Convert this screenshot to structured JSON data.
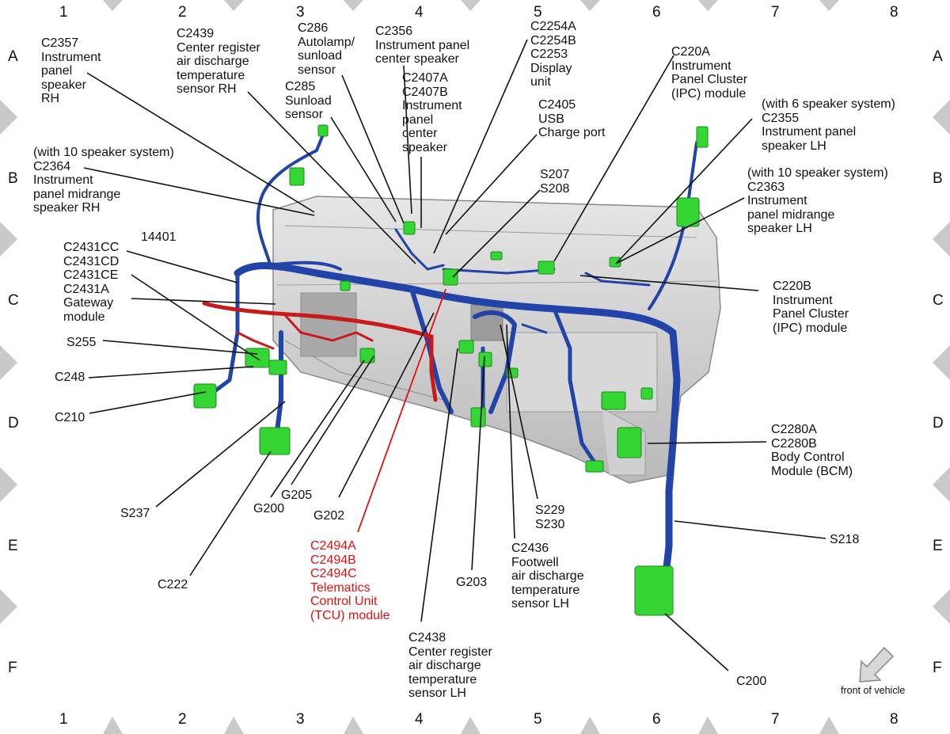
{
  "grid": {
    "columns": [
      "1",
      "2",
      "3",
      "4",
      "5",
      "6",
      "7",
      "8"
    ],
    "rows": [
      "A",
      "B",
      "C",
      "D",
      "E",
      "F"
    ]
  },
  "callouts": {
    "c2357": "C2357\nInstrument\npanel\nspeaker\nRH",
    "c2439": "C2439\nCenter register\nair discharge\ntemperature\nsensor RH",
    "c286": "C286\nAutolamp/\nsunload\nsensor",
    "c2356": "C2356\nInstrument panel\ncenter speaker",
    "c2254": "C2254A\nC2254B\nC2253\nDisplay\nunit",
    "c220a": "C220A\nInstrument\nPanel Cluster\n(IPC) module",
    "c285": "C285\nSunload\nsensor",
    "c2407": "C2407A\nC2407B\nInstrument\npanel\ncenter\nspeaker",
    "c2405": "C2405\nUSB\nCharge port",
    "c2355": "(with 6 speaker system)\nC2355\nInstrument panel\nspeaker LH",
    "c2364": "(with 10 speaker system)\nC2364\nInstrument\npanel midrange\nspeaker RH",
    "s207": "S207\nS208",
    "c2363": "(with 10 speaker system)\nC2363\nInstrument\npanel midrange\nspeaker LH",
    "n14401": "14401",
    "c2431": "C2431CC\nC2431CD\nC2431CE\nC2431A\nGateway\nmodule",
    "c220b": "C220B\nInstrument\nPanel Cluster\n(IPC) module",
    "s255": "S255",
    "c248": "C248",
    "c210": "C210",
    "c2280": "C2280A\nC2280B\nBody Control\nModule (BCM)",
    "s237": "S237",
    "g200": "G200",
    "g205": "G205",
    "g202": "G202",
    "s229": "S229\nS230",
    "s218": "S218",
    "c2494": "C2494A\nC2494B\nC2494C\nTelematics\nControl Unit\n(TCU) module",
    "c2436": "C2436\nFootwell\nair discharge\ntemperature\nsensor LH",
    "c222": "C222",
    "g203": "G203",
    "c2438": "C2438\nCenter register\nair discharge\ntemperature\nsensor LH",
    "c200": "C200"
  },
  "front_of_vehicle": "front of vehicle",
  "colors": {
    "harness_blue": "#2244a8",
    "harness_red": "#c81a1a",
    "connector_green": "#33d633",
    "tcu_label_red": "#e01010",
    "panel_gray": "#c8c8c8",
    "grid_marker_gray": "#c9c9c9"
  }
}
